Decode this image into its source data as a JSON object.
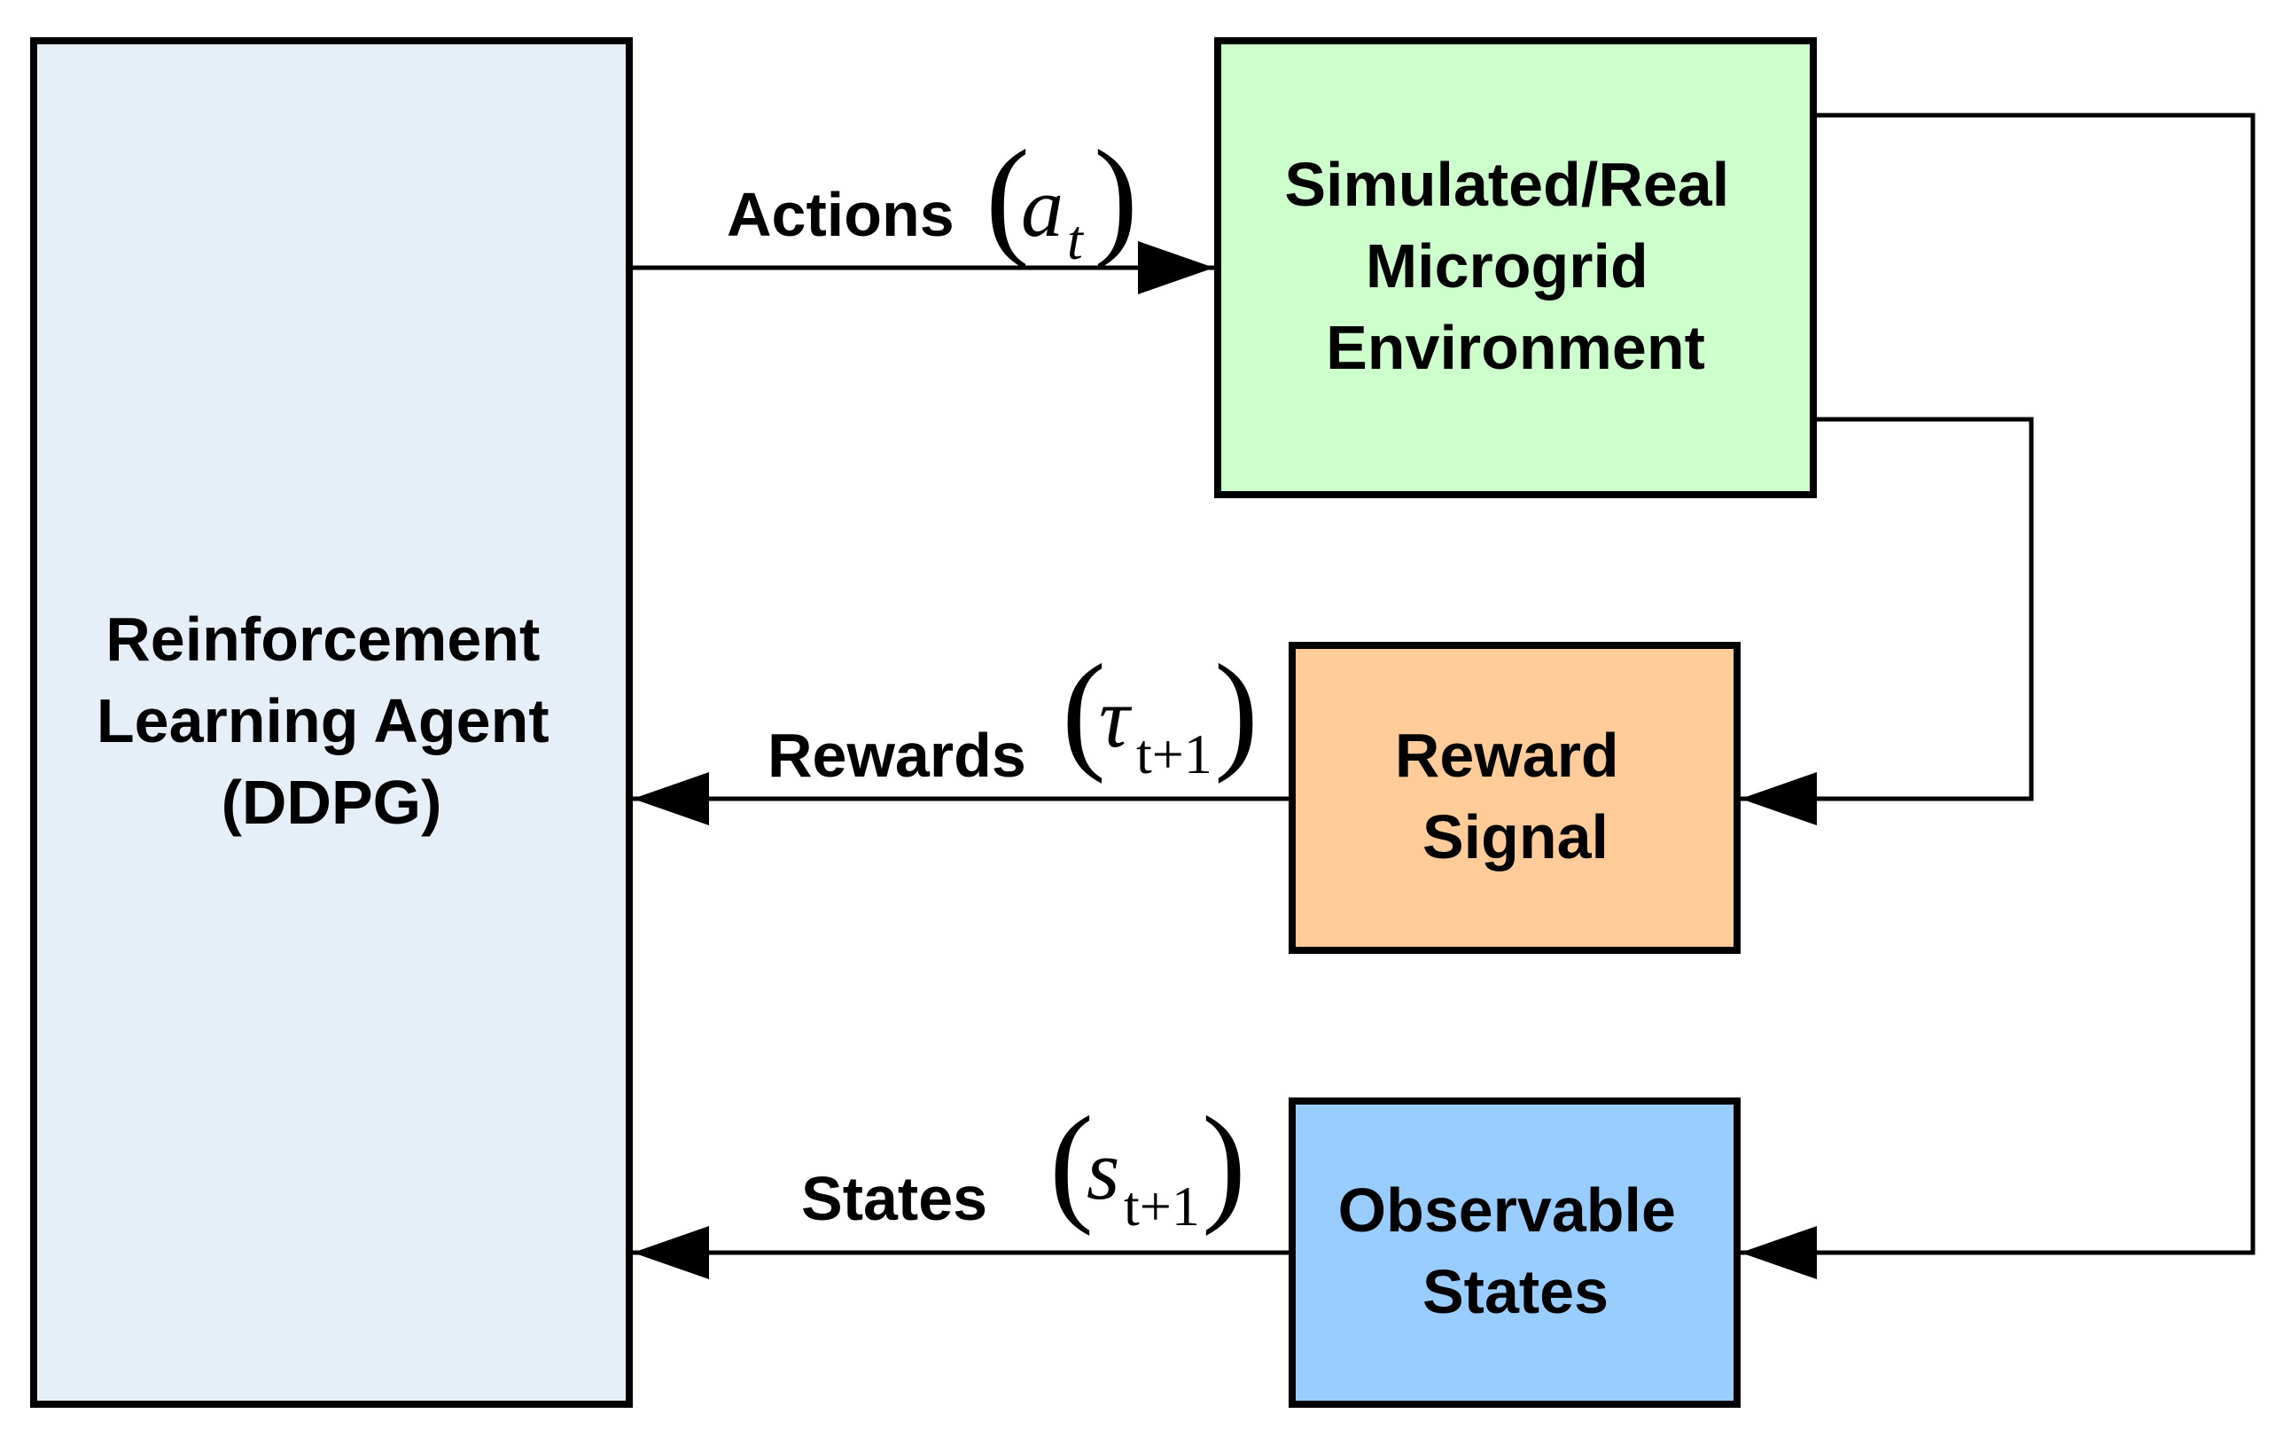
{
  "boxes": {
    "agent": {
      "lines": [
        "Reinforcement",
        "Learning Agent",
        "(DDPG)"
      ],
      "fill": "#e6eef8"
    },
    "environment": {
      "lines": [
        "Simulated/Real",
        "Microgrid",
        "Environment"
      ],
      "fill": "#ccffcc"
    },
    "reward": {
      "lines": [
        "Reward",
        "Signal"
      ],
      "fill": "#ffcc99"
    },
    "states": {
      "lines": [
        "Observable",
        "States"
      ],
      "fill": "#99ccff"
    }
  },
  "edges": {
    "actions": {
      "label": "Actions",
      "symbol": "a",
      "subscript": "t"
    },
    "rewards": {
      "label": "Rewards",
      "symbol": "τ",
      "subscript": "t+1"
    },
    "states": {
      "label": "States",
      "symbol": "s",
      "subscript": "t+1"
    }
  },
  "math": {
    "open_paren": "(",
    "close_paren": ")"
  },
  "colors": {
    "stroke": "#000000",
    "background": "#ffffff"
  }
}
